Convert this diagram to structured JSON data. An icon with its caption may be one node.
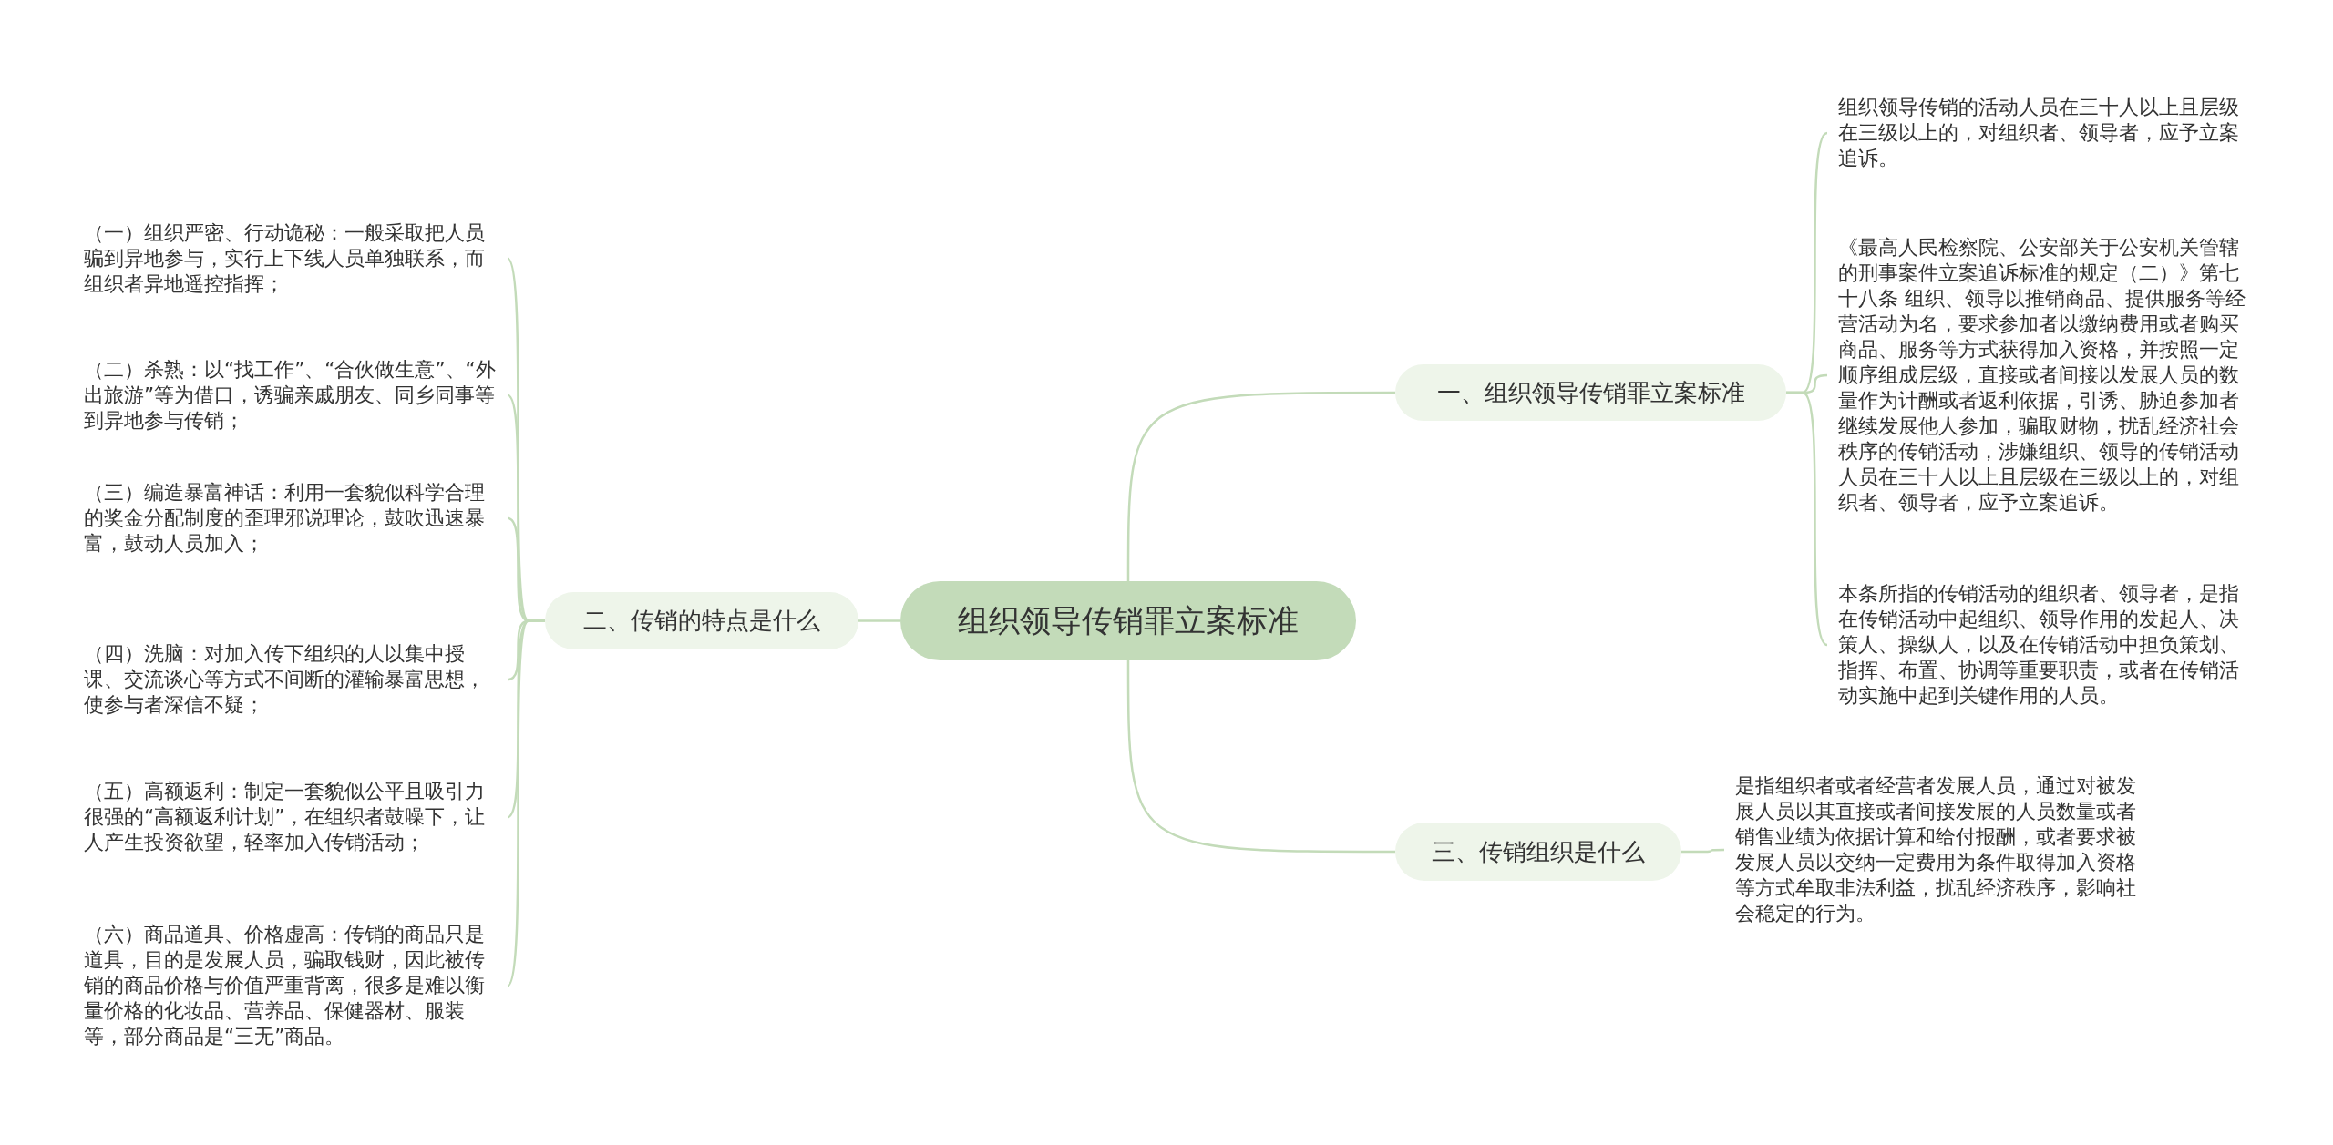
{
  "diagram": {
    "nodes": [
      {
        "text": [
          "组织领导传销罪立案标准"
        ]
      },
      {
        "text": [
          "一、组织领导传销罪立案标准"
        ]
      },
      {
        "text": [
          "组织领导传销的活动人员在三十人以上且层级在三级以上的，对组织者、领导者，应予立案追诉。"
        ]
      },
      {
        "text": [
          "《最高人民检察院、公安部关于公安机关管辖的刑事案件立案追诉标准的规定（二）》第七十八条 组织、领导以推销商品、提供服务等经营活动为名，要求参加者以缴纳费用或者购买商品、服务等方式获得加入资格，并按照一定顺序组成层级，直接或者间接以发展人员的数量作为计酬或者返利依据，引诱、胁迫参加者继续发展他人参加，骗取财物，扰乱经济社会秩序的传销活动，涉嫌组织、领导的传销活动人员在三十人以上且层级在三级以上的，对组织者、领导者，应予立案追诉。"
        ]
      },
      {
        "text": [
          "本条所指的传销活动的组织者、领导者，是指在传销活动中起组织、领导作用的发起人、决策人、操纵人，以及在传销活动中担负策划、指挥、布置、协调等重要职责，或者在传销活动实施中起到关键作用的人员。"
        ]
      },
      {
        "text": [
          "二、传销的特点是什么"
        ]
      },
      {
        "text": [
          "（一）组织严密、行动诡秘：一般采取把人员骗到异地参与，实行上下线人员单独联系，而组织者异地遥控指挥；"
        ]
      },
      {
        "text": [
          "（二）杀熟：以“找工作”、“合伙做生意”、“外出旅游”等为借口，诱骗亲戚朋友、同乡同事等到异地参与传销；"
        ]
      },
      {
        "text": [
          "（三）编造暴富神话：利用一套貌似科学合理的奖金分配制度的歪理邪说理论，鼓吹迅速暴富，鼓动人员加入；"
        ]
      },
      {
        "text": [
          "（四）洗脑：对加入传下组织的人以集中授课、交流谈心等方式不间断的灌输暴富思想，使参与者深信不疑；"
        ]
      },
      {
        "text": [
          "（五）高额返利：制定一套貌似公平且吸引力很强的“高额返利计划”，在组织者鼓噪下，让人产生投资欲望，轻率加入传销活动；"
        ]
      },
      {
        "text": [
          "（六）商品道具、价格虚高：传销的商品只是道具，目的是发展人员，骗取钱财，因此被传销的商品价格与价值严重背离，很多是难以衡量价格的化妆品、营养品、保健器材、服装等，部分商品是“三无”商品。"
        ]
      },
      {
        "text": [
          "三、传销组织是什么"
        ]
      },
      {
        "text": [
          "是指组织者或者经营者发展人员，通过对被发展人员以其直接或者间接发展的人员数量或者销售业绩为依据计算和给付报酬，或者要求被发展人员以交纳一定费用为条件取得加入资格等方式牟取非法利益，扰乱经济秩序，影响社会稳定的行为。"
        ]
      }
    ],
    "edges": [
      {
        "from": 0,
        "to": 1,
        "arrow": "none"
      },
      {
        "from": 1,
        "to": 2,
        "arrow": "none"
      },
      {
        "from": 1,
        "to": 3,
        "arrow": "none"
      },
      {
        "from": 1,
        "to": 4,
        "arrow": "none"
      },
      {
        "from": 0,
        "to": 5,
        "arrow": "none"
      },
      {
        "from": 5,
        "to": 6,
        "arrow": "none"
      },
      {
        "from": 5,
        "to": 7,
        "arrow": "none"
      },
      {
        "from": 5,
        "to": 8,
        "arrow": "none"
      },
      {
        "from": 5,
        "to": 9,
        "arrow": "none"
      },
      {
        "from": 5,
        "to": 10,
        "arrow": "none"
      },
      {
        "from": 5,
        "to": 11,
        "arrow": "none"
      },
      {
        "from": 0,
        "to": 12,
        "arrow": "none"
      },
      {
        "from": 12,
        "to": 13,
        "arrow": "none"
      }
    ]
  }
}
